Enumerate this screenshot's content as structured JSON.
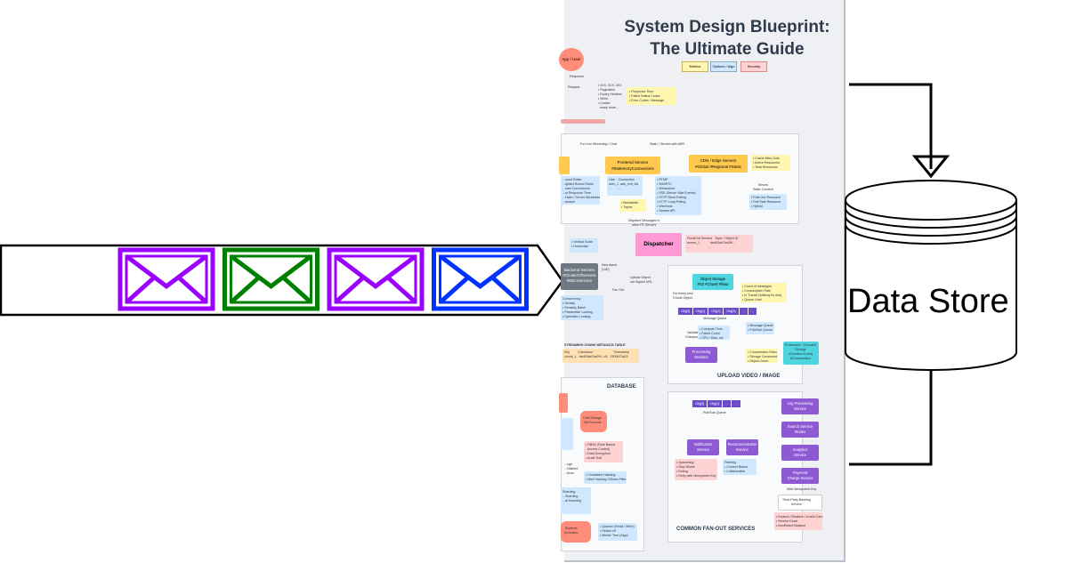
{
  "poster": {
    "title_line1": "System Design Blueprint:",
    "title_line2": "The Ultimate Guide",
    "tags": [
      "Metrics",
      "Options / Algo",
      "Security"
    ],
    "app_user": "App / User",
    "response": "Response",
    "request": "Request",
    "response_list": "• 4XX, 5XX, 3XX\n• Pagination\n• Expiry Headers\n• Mime\n• Cookie\n  many more...",
    "response_metrics": "• Response Time\n• Failed Status Codes\n• Error Codes / Message",
    "live_streaming": "For Live Streaming / Chat",
    "static_stream": "Static / Stream with ABR",
    "frontend_servers": "Frontend Servers\n#InMemoryConnections",
    "cdn_servers": "CDN / Edge Servers\n#Global #Regional #Static",
    "cdn_metrics": "• Cache Miss Outs\n• Active Resources\n• Total Resources",
    "serves_static": "Serves\nStatic Content",
    "serves_list": "• Push the Resource\n• Pull Rate Resource\n• Hybrid",
    "protocols": "• RTMP\n• WebRTC\n• Websocket\n• SSE (Server Side Events)\n• HTTP Short Polling\n• HTTP Long Polling\n• Webhook\n• Stream API",
    "user_table": "User   Connection\nuser_1  ads_xmt_ids\n...       ...",
    "bandwidth": "• Bandwidth\n• Topics",
    "lb_list": "...ound Robin\n...ighted Round Robin\n...east Connections\n...st Response Time\n...Hash / Server Stickiness\n...andom",
    "dispatch_messages": "Dispatch Messages to\nother FE Servers",
    "dispatcher": "Dispatcher",
    "dispatcher_table": "FrontEnd Servers   Topic / Object ID\nserver_1            ded53ab7ba2f9...\n...                     ...",
    "vertical_scale": "• Vertical Scale\n• Horizontal",
    "backend_servers": "Backend Servers\n#ClusterOfServers\n#MicroService",
    "new_asset": "New Asset\n(UID)",
    "upload_object": "Upload Object\nvia Signed URL",
    "fan_out": "Fan Out",
    "object_storage": "Object Storage\n#S3 #Chunk #Raw",
    "for_every_chunk": "For every new\nChunk Object",
    "storage_metrics": "• Count of messages\n• Consumption Rate\n• In Transit (Waiting for Ack)\n• Queue Limit",
    "message_queue": "Message Queue",
    "queue_cells": [
      "Obj[0]",
      "Obj[1]",
      "Obj[2]",
      "Obj[3]",
      "...",
      "..."
    ],
    "validate_checksum": "Validate\nChecksum",
    "compute_metrics": "• Compute Time\n• Failed Count\n• CPU / Disk, etc",
    "mq_options": "• Message Queue\n• Pub/Sub Queue",
    "processing_workers": "Processing\nWorkers",
    "compression": "• Compression Ratio\n• Storage Consumed\n• Object Count",
    "processed_storage": "Processed + Encoded\nStorage\n#Ceonics #Lossy\n#Compression",
    "concurrency": "Concurrency\n• Serially\n• Sensibly Batch\n• Pessimistic Locking\n• Optimistic Locking",
    "streaming_table_title": "STREAMING CHUNK METADATA TABLE",
    "streaming_table": "Key         Checksum                       Timestamp\nchunk_1   ded53ab7ba2f9...d3   1500873a23",
    "upload_section": "UPLOAD VIDEO / IMAGE",
    "database_section": "DATABASE",
    "cold_storage": "Cold Storage\nOld Records",
    "rbac": "• RBAC (Role Based\n  Access Control)\n• Data Encryption\n• Audit Trail",
    "consistent_hashing": "• Consistent Hashing\n• Mod Hashing / Bloom Filter",
    "sharding": "Sharding\n...Sharding\n...al Sharding",
    "replicas": "Replicas\n#Creation",
    "quorum": "• Quorum (Read / Write)\n• Hinted off\n• Merkle Tree (Algo)",
    "db_side": "...nge\n...Hashed\n...tions",
    "pubsub_queue": "Pub/Sub Queue",
    "pubsub_cells": [
      "Obj[0]",
      "Obj[1]",
      "...",
      "..."
    ],
    "log_service": "Log Processing\nService",
    "search_service": "Search Service\n#Index",
    "analytics_service": "Analytics\nService",
    "payment_service": "Payment\nCharge Service",
    "notification_service": "Notification\nService",
    "recommendation_service": "Recommendation\nService",
    "notification_list": "• Spamming\n• Stop Works\n• Debug\n• Retry with Idempotent Key",
    "recommendation_list": "Filtering\n• Content Based\n• Collaborative",
    "idempotent_key": "With Idempotent Key",
    "third_party": "Third-Party Banking\nService",
    "payment_errors": "• Expired / Blocked / Invalid Card\n• Service Down\n• Insufficient Balance",
    "fanout_section": "COMMON FAN-OUT SERVICES"
  },
  "queue": {
    "envelopes": [
      {
        "name": "purple",
        "color": "#9900ff"
      },
      {
        "name": "green",
        "color": "#008000"
      },
      {
        "name": "purple",
        "color": "#9900ff"
      },
      {
        "name": "blue",
        "color": "#0033ff"
      }
    ]
  },
  "data_store": {
    "label": "Data Store"
  }
}
